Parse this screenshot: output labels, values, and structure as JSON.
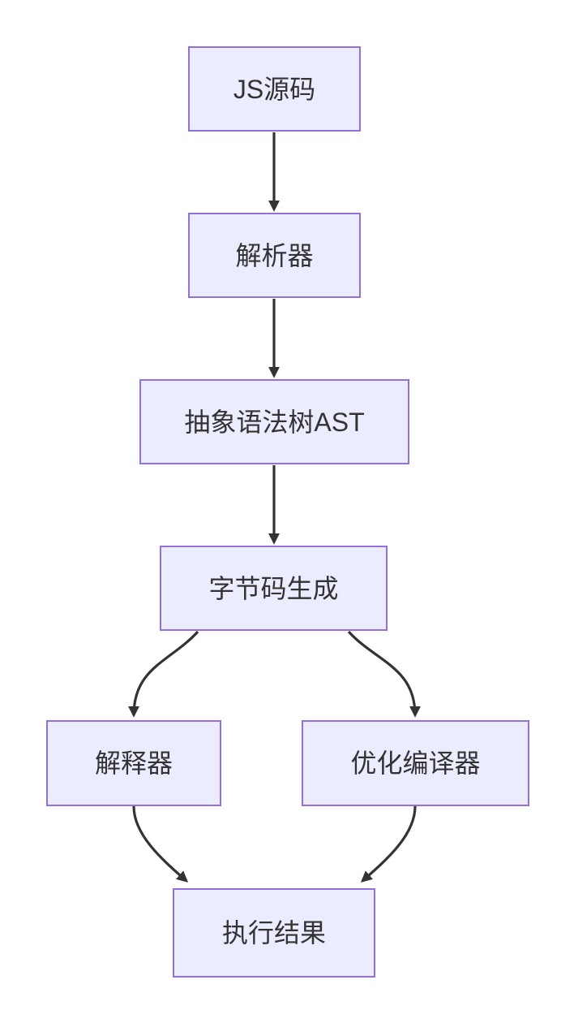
{
  "diagram": {
    "type": "flowchart",
    "direction": "top-down",
    "nodes": [
      {
        "id": "js-source",
        "label": "JS源码"
      },
      {
        "id": "parser",
        "label": "解析器"
      },
      {
        "id": "ast",
        "label": "抽象语法树AST"
      },
      {
        "id": "bytecode",
        "label": "字节码生成"
      },
      {
        "id": "interpreter",
        "label": "解释器"
      },
      {
        "id": "optimizer",
        "label": "优化编译器"
      },
      {
        "id": "result",
        "label": "执行结果"
      }
    ],
    "edges": [
      {
        "from": "js-source",
        "to": "parser"
      },
      {
        "from": "parser",
        "to": "ast"
      },
      {
        "from": "ast",
        "to": "bytecode"
      },
      {
        "from": "bytecode",
        "to": "interpreter"
      },
      {
        "from": "bytecode",
        "to": "optimizer"
      },
      {
        "from": "interpreter",
        "to": "result"
      },
      {
        "from": "optimizer",
        "to": "result"
      }
    ],
    "colors": {
      "node_fill": "#ECECFF",
      "node_border": "#9370DB",
      "edge": "#333333",
      "text": "#333333",
      "background": "#ffffff"
    }
  }
}
